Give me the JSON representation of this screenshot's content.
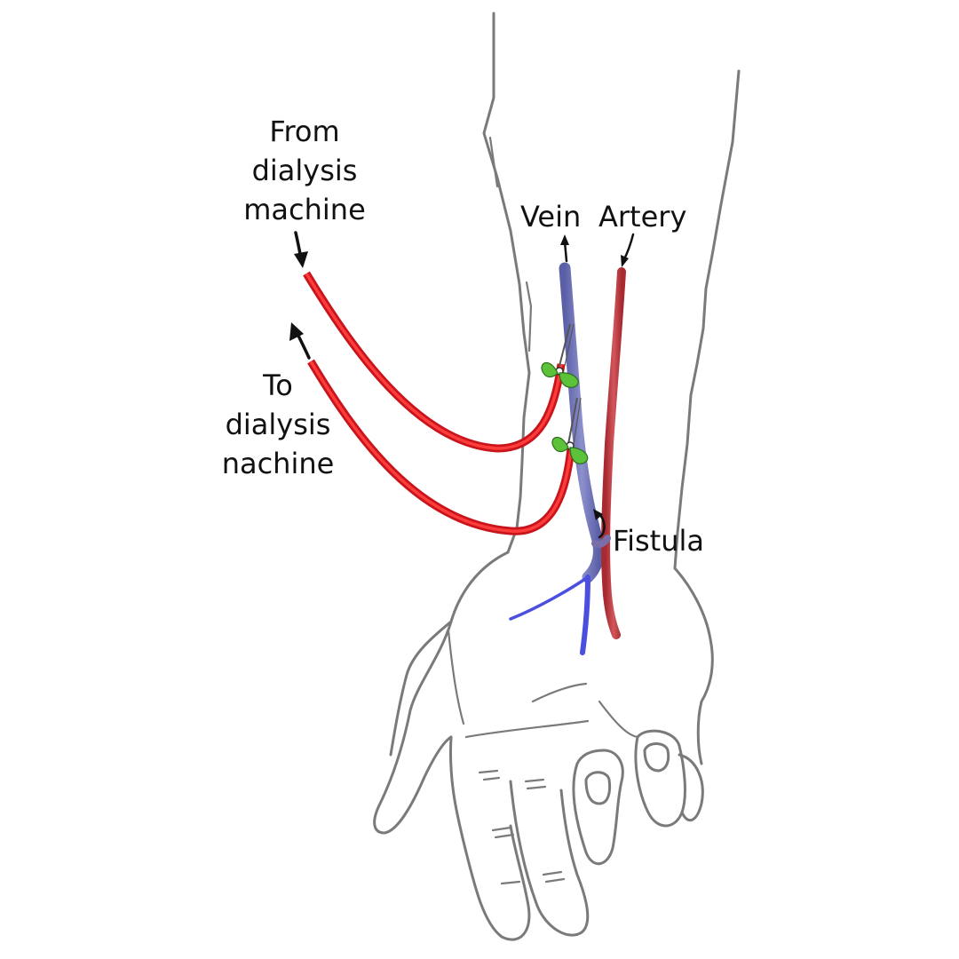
{
  "labels": {
    "from_machine": [
      "From",
      "dialysis",
      "machine"
    ],
    "to_machine": [
      "To",
      "dialysis",
      "nachine"
    ],
    "vein": "Vein",
    "artery": "Artery",
    "fistula": "Fistula"
  },
  "colors": {
    "vein": "#6f74b8",
    "artery": "#c0393e",
    "tubing": "#e02020",
    "needle_wings": "#5cc23a",
    "outline": "#7a7a7a"
  }
}
